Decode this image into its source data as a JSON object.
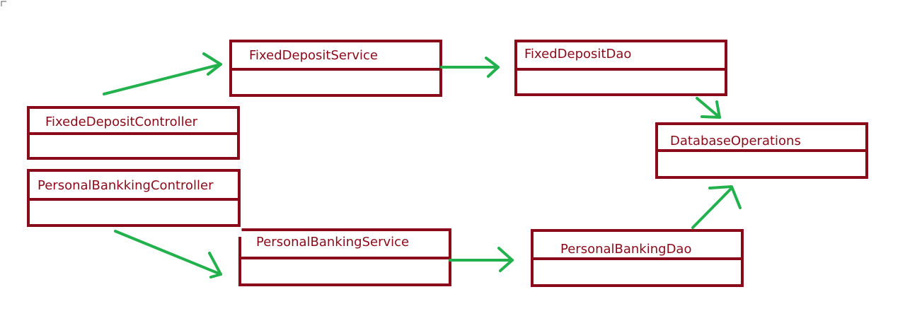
{
  "colors": {
    "box_stroke": "#8b0a1a",
    "label_text": "#8b0a1a",
    "arrow": "#22b14c",
    "background": "#ffffff"
  },
  "boxes": {
    "fixed_deposit_controller": {
      "label": "FixedeDepositController"
    },
    "personal_banking_controller": {
      "label": "PersonalBankkingController"
    },
    "fixed_deposit_service": {
      "label": "FixedDepositService"
    },
    "personal_banking_service": {
      "label": "PersonalBankingService"
    },
    "fixed_deposit_dao": {
      "label": "FixedDepositDao"
    },
    "personal_banking_dao": {
      "label": "PersonalBankingDao"
    },
    "database_operations": {
      "label": "DatabaseOperations"
    }
  }
}
